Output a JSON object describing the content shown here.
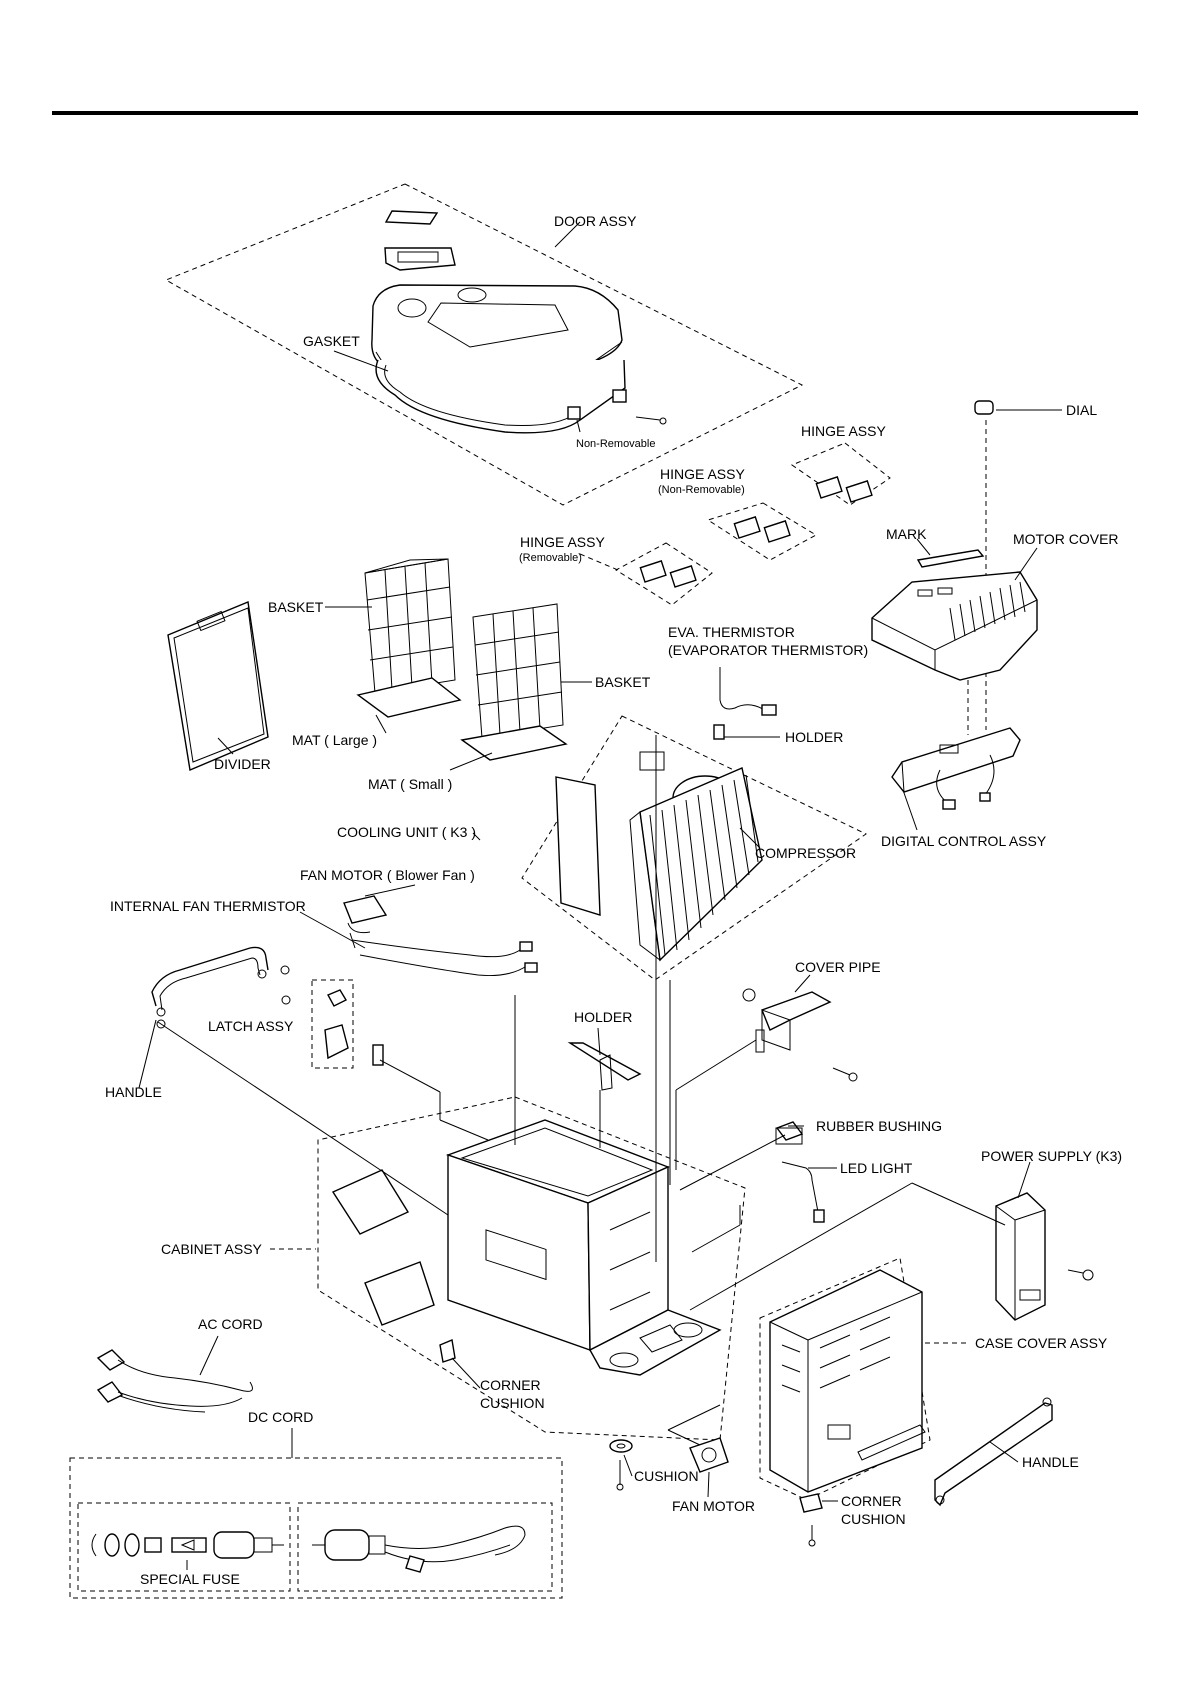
{
  "labels": {
    "door_assy": "DOOR ASSY",
    "gasket": "GASKET",
    "non_removable": "Non-Removable",
    "dial": "DIAL",
    "hinge_assy_right": "HINGE ASSY",
    "hinge_assy_mid": "HINGE ASSY",
    "hinge_assy_mid_sub": "(Non-Removable)",
    "hinge_assy_left": "HINGE ASSY",
    "hinge_assy_left_sub": "(Removable)",
    "mark": "MARK",
    "motor_cover": "MOTOR COVER",
    "basket_1": "BASKET",
    "basket_2": "BASKET",
    "eva_thermistor": "EVA. THERMISTOR",
    "eva_thermistor_full": "(EVAPORATOR THERMISTOR)",
    "holder_1": "HOLDER",
    "mat_large": "MAT ( Large )",
    "mat_small": "MAT ( Small )",
    "divider": "DIVIDER",
    "cooling_unit": "COOLING UNIT ( K3 )",
    "compressor": "COMPRESSOR",
    "digital_control_assy": "DIGITAL CONTROL ASSY",
    "fan_motor_blower": "FAN MOTOR ( Blower Fan )",
    "internal_fan_thermistor": "INTERNAL FAN THERMISTOR",
    "cover_pipe": "COVER PIPE",
    "latch_assy": "LATCH ASSY",
    "holder_2": "HOLDER",
    "handle_1": "HANDLE",
    "rubber_bushing": "RUBBER BUSHING",
    "led_light": "LED  LIGHT",
    "power_supply": "POWER SUPPLY (K3)",
    "cabinet_assy": "CABINET ASSY",
    "case_cover_assy": "CASE COVER ASSY",
    "ac_cord": "AC CORD",
    "corner_cushion_1a": "CORNER",
    "corner_cushion_1b": "CUSHION",
    "dc_cord": "DC CORD",
    "handle_2": "HANDLE",
    "cushion": "CUSHION",
    "fan_motor": "FAN MOTOR",
    "corner_cushion_2a": "CORNER",
    "corner_cushion_2b": "CUSHION",
    "special_fuse": "SPECIAL FUSE"
  }
}
